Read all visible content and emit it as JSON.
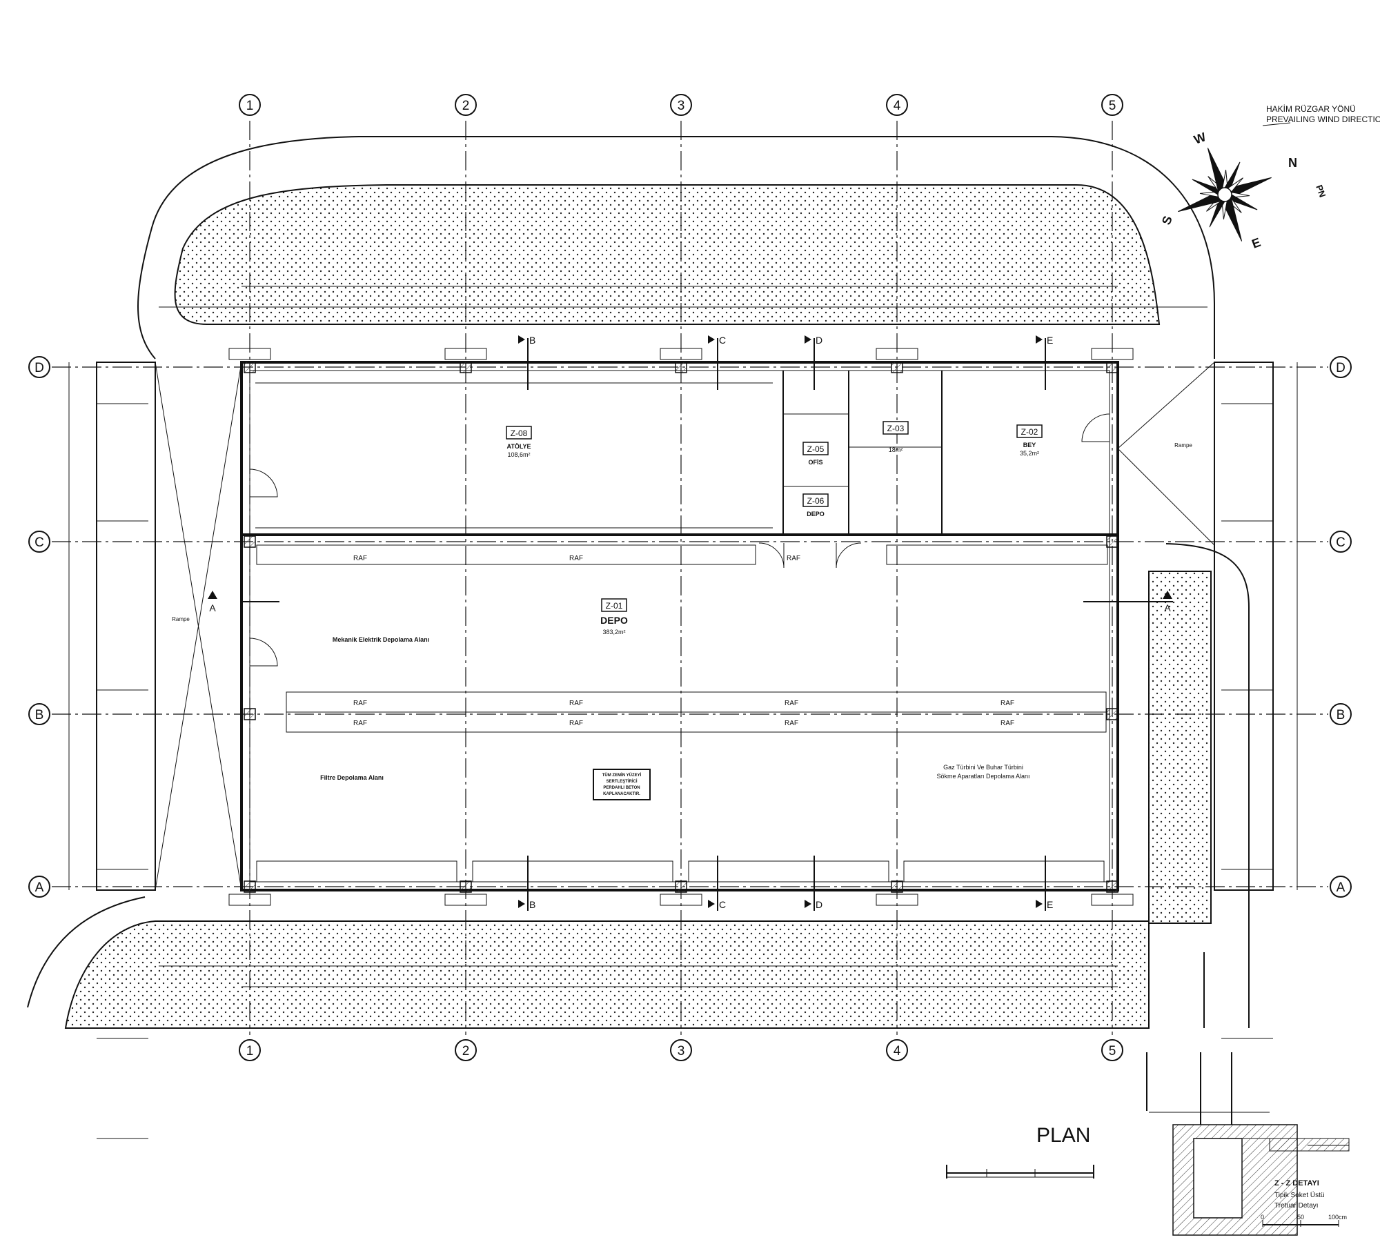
{
  "grid": {
    "columns": [
      "1",
      "2",
      "3",
      "4",
      "5"
    ],
    "rows": [
      "D",
      "C",
      "B",
      "A"
    ]
  },
  "wind": {
    "title_tr": "HAKİM RÜZGAR YÖNÜ",
    "title_en": "PREVAILING WIND DIRECTION",
    "letters": {
      "N": "N",
      "S": "S",
      "E": "E",
      "W": "W",
      "PN": "PN"
    }
  },
  "rooms": [
    {
      "code": "Z-08",
      "name": "ATÖLYE",
      "area": "108,6m²"
    },
    {
      "code": "Z-03",
      "name": "",
      "area": "18m²"
    },
    {
      "code": "Z-02",
      "name": "BEY",
      "area": "35,2m²"
    },
    {
      "code": "Z-05",
      "name": "OFİS",
      "area": ""
    },
    {
      "code": "Z-06",
      "name": "DEPO",
      "area": ""
    },
    {
      "code": "Z-01",
      "name": "DEPO",
      "area": "383,2m²"
    }
  ],
  "areas": {
    "mechanical": "Mekanik Elektrik Depolama Alanı",
    "filter": "Filtre Depolama Alanı",
    "gas": "Gaz Türbini Ve Buhar Türbini",
    "gas2": "Sökme Aparatları Depolama Alanı"
  },
  "raf": "RAF",
  "note": [
    "TÜM ZEMİN YÜZEYİ",
    "SERTLEŞTİRİCİ",
    "PERDAHLI BETON",
    "KAPLANACAKTIR."
  ],
  "sections": [
    "A",
    "B",
    "C",
    "D",
    "E"
  ],
  "ramp": {
    "label": "Rampe"
  },
  "plan_title": "PLAN",
  "detail": {
    "title": "Z - Z DETAYI",
    "line1": "Tipik Soket Üstü",
    "line2": "Tretuar Detayı",
    "scale": [
      "0",
      "50",
      "100cm"
    ]
  }
}
